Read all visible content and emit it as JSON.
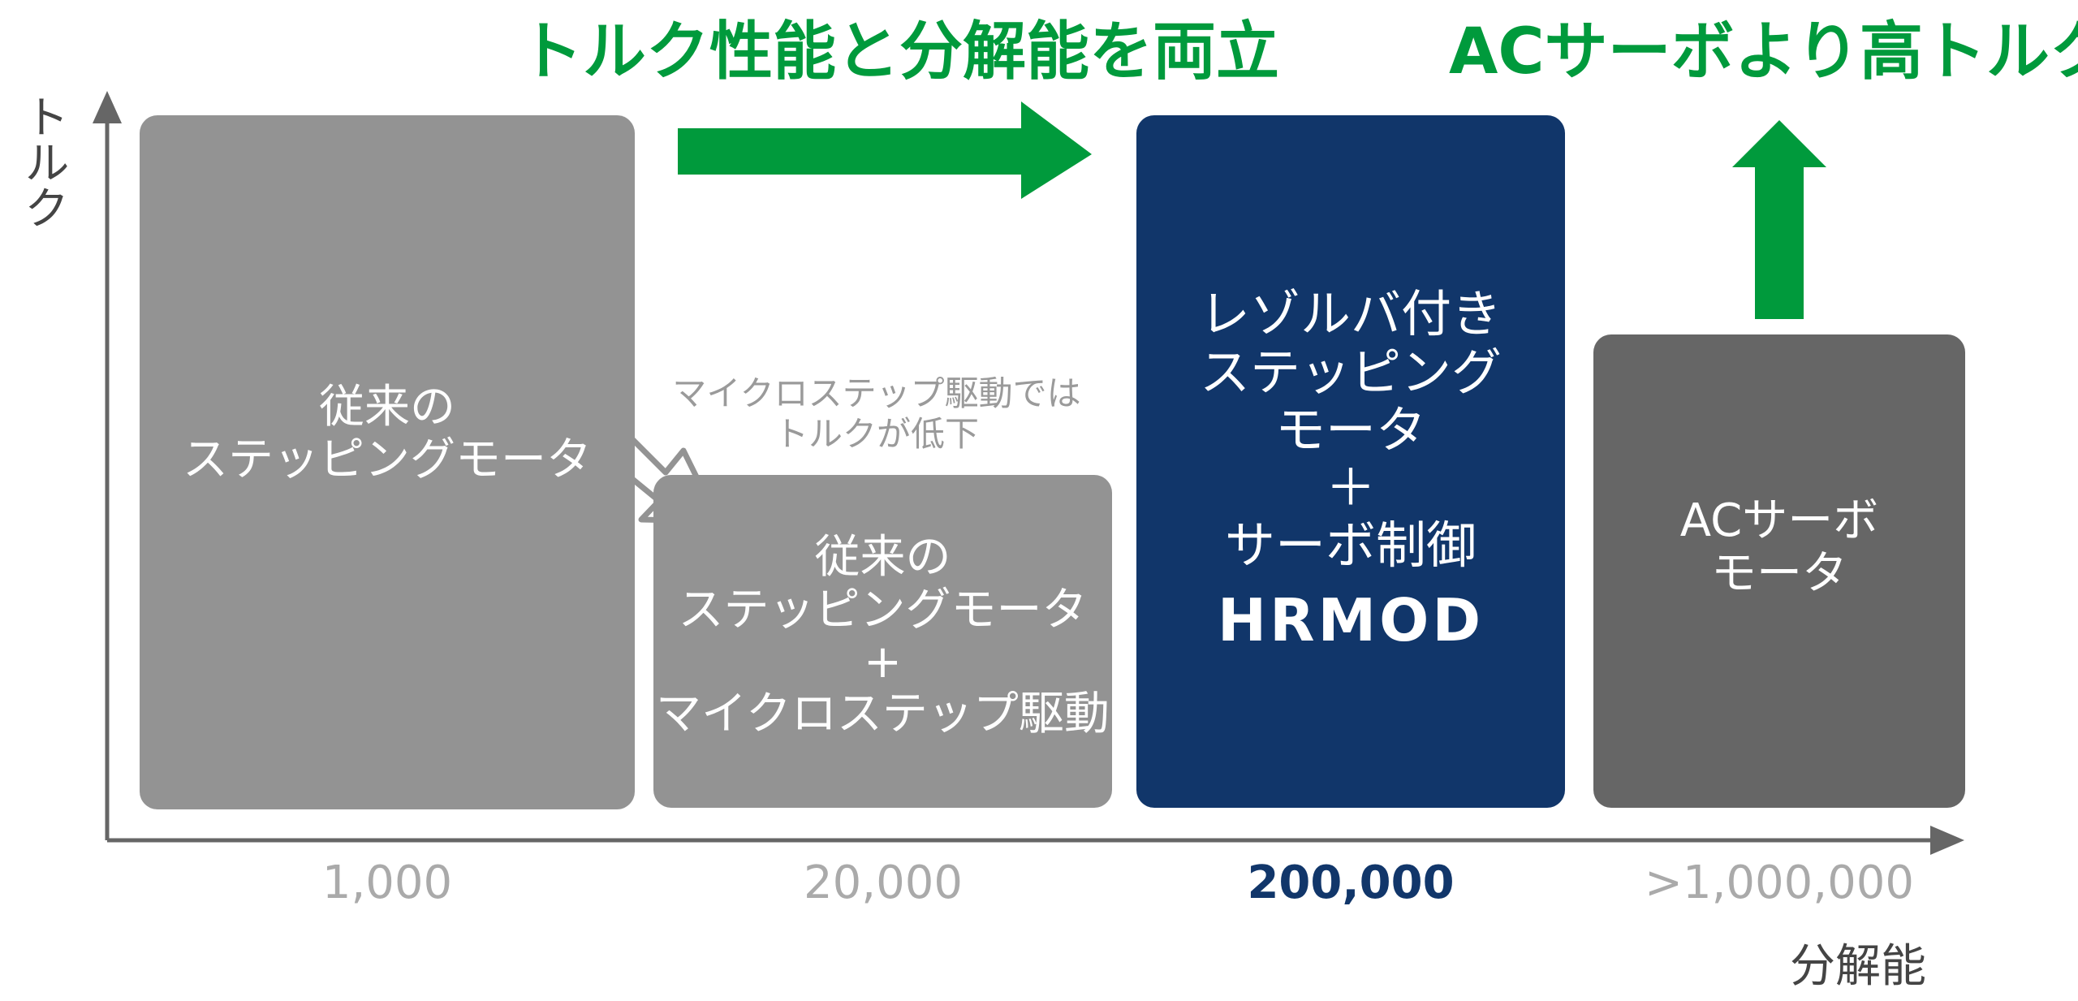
{
  "headlines": {
    "left": "トルク性能と分解能を両立",
    "right": "ACサーボより高トルク"
  },
  "axes": {
    "y_label": "トルク",
    "x_label": "分解能"
  },
  "boxes": {
    "conventional": {
      "lines": [
        "従来の",
        "ステッピングモータ"
      ]
    },
    "microstep": {
      "lines": [
        "従来の",
        "ステッピングモータ",
        "+",
        "マイクロステップ駆動"
      ]
    },
    "resolver": {
      "lines": [
        "レゾルバ付き",
        "ステッピング",
        "モータ",
        "＋",
        "サーボ制御"
      ],
      "logo": "HRMOD"
    },
    "ac_servo": {
      "lines": [
        "ACサーボ",
        "モータ"
      ]
    }
  },
  "annotation": {
    "lines": [
      "マイクロステップ駆動では",
      "トルクが低下"
    ]
  },
  "ticks": [
    "1,000",
    "20,000",
    "200,000",
    ">1,000,000"
  ],
  "colors": {
    "green": "#009a3c",
    "gray_box": "#939393",
    "dark_gray_box": "#666666",
    "navy_box": "#11366a",
    "tick_gray": "#aaaaaa",
    "tick_highlight": "#11366a",
    "axis": "#666666"
  }
}
